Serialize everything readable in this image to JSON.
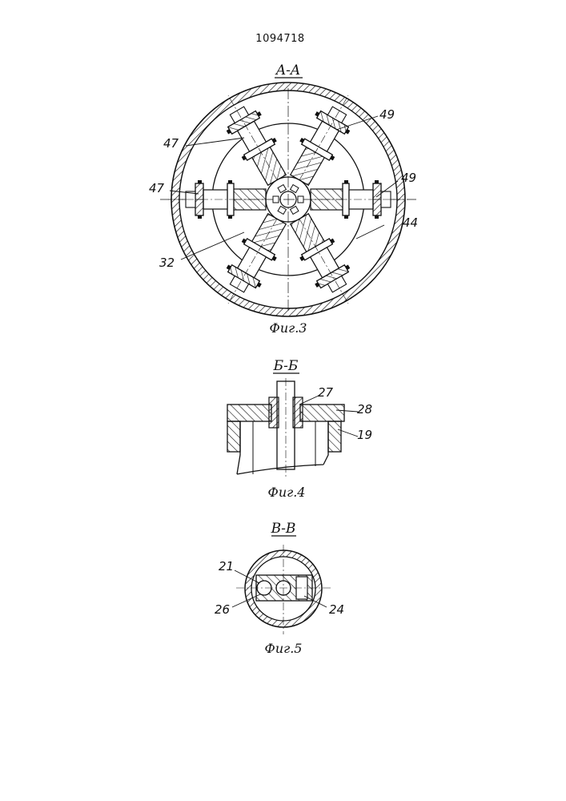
{
  "document": {
    "number": "1094718"
  },
  "figures": [
    {
      "id": "fig3",
      "section": "A-A",
      "caption": "Фиг.3",
      "labels": [
        "47",
        "47",
        "49",
        "49",
        "44",
        "32"
      ]
    },
    {
      "id": "fig4",
      "section": "Б-Б",
      "caption": "Фиг.4",
      "labels": [
        "27",
        "28",
        "19"
      ]
    },
    {
      "id": "fig5",
      "section": "В-В",
      "caption": "Фиг.5",
      "labels": [
        "21",
        "26",
        "24"
      ]
    }
  ]
}
